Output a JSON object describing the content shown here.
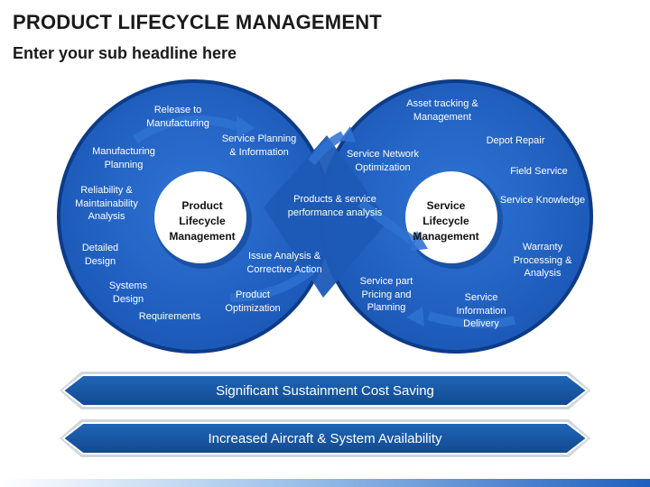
{
  "title": "PRODUCT LIFECYCLE MANAGEMENT",
  "subtitle": "Enter your sub headline here",
  "diagram": {
    "left_center": "Product\nLifecycle\nManagement",
    "right_center": "Service\nLifecycle\nManagement",
    "left_labels": [
      "Release to\nManufacturing",
      "Service Planning\n& Information",
      "Manufacturing\nPlanning",
      "Reliability &\nMaintainability\nAnalysis",
      "Products & service\nperformance analysis",
      "Detailed\nDesign",
      "Issue Analysis &\nCorrective Action",
      "Systems\nDesign",
      "Product\nOptimization",
      "Requirements"
    ],
    "right_labels": [
      "Asset tracking &\nManagement",
      "Depot Repair",
      "Service Network\nOptimization",
      "Field Service",
      "Service Knowledge",
      "Warranty\nProcessing &\nAnalysis",
      "Service part\nPricing and\nPlanning",
      "Service\nInformation\nDelivery"
    ]
  },
  "banners": [
    "Significant Sustainment Cost Saving",
    "Increased Aircraft & System Availability"
  ],
  "colors": {
    "ring_blue": "#1f5fbf",
    "ring_edge": "#0d3b86",
    "arrow_blue": "#2a6fcf",
    "banner_blue": "#1a5aa6",
    "text_dark": "#1a1a1a"
  }
}
